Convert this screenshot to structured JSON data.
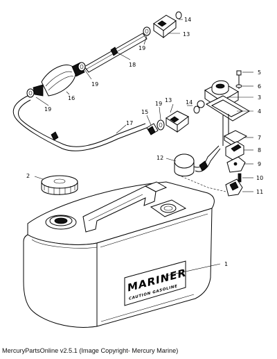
{
  "diagram": {
    "callouts": [
      "1",
      "2",
      "3",
      "4",
      "5",
      "6",
      "7",
      "8",
      "9",
      "10",
      "11",
      "12",
      "13",
      "14",
      "15",
      "16",
      "17",
      "18",
      "19"
    ],
    "tank_brand": "MARINER",
    "tank_caution": "CAUTION GASOLINE"
  },
  "footer": {
    "caption": "MercuryPartsOnline v2.5.1 (Image Copyright- Mercury Marine)"
  }
}
